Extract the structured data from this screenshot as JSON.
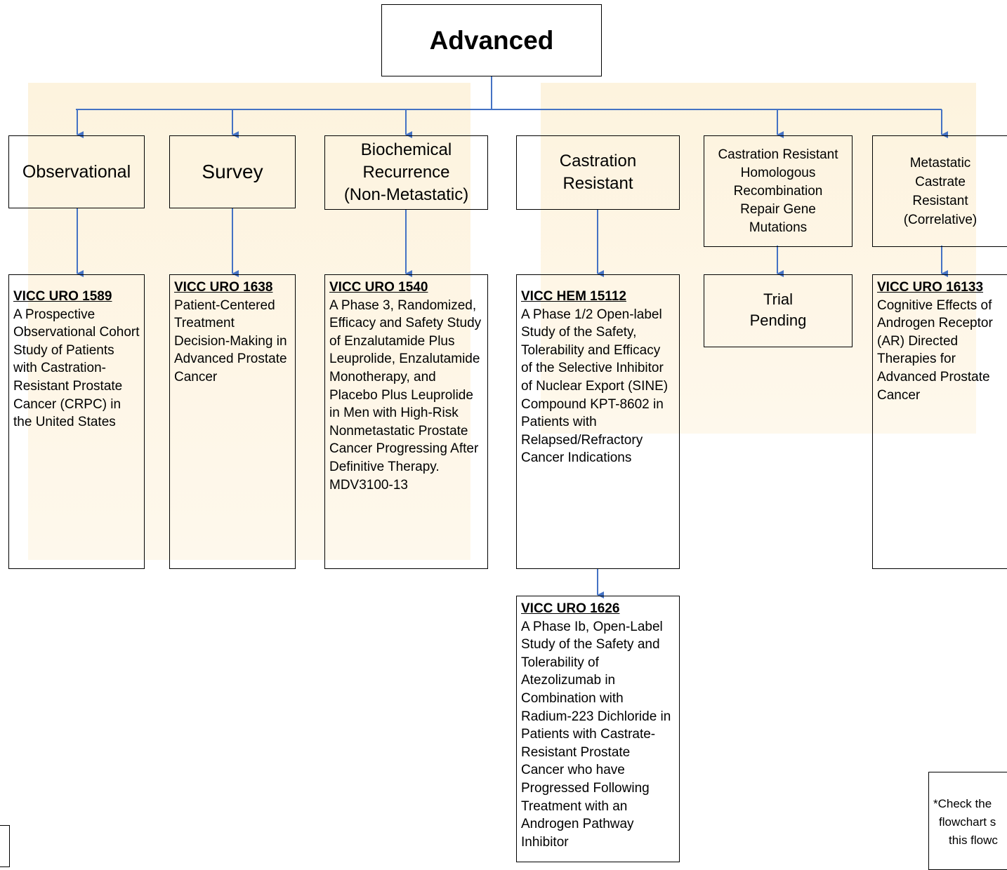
{
  "title": "Advanced",
  "categories": {
    "observational": [
      "Observational"
    ],
    "survey": [
      "Survey"
    ],
    "biochemical": [
      "Biochemical",
      "Recurrence",
      "(Non-Metastatic)"
    ],
    "castration": [
      "Castration",
      "Resistant"
    ],
    "hrr": [
      "Castration Resistant",
      "Homologous",
      "Recombination",
      "Repair Gene",
      "Mutations"
    ],
    "metastatic": [
      "Metastatic",
      "Castrate",
      "Resistant",
      "(Correlative)"
    ]
  },
  "trials": {
    "uro1589": {
      "id": "VICC URO 1589",
      "desc": "A Prospective Observational Cohort Study of Patients with Castration-Resistant Prostate Cancer (CRPC) in the United States"
    },
    "uro1638": {
      "id": "VICC URO 1638",
      "desc": "Patient-Centered Treatment Decision-Making in Advanced Prostate Cancer"
    },
    "uro1540": {
      "id": "VICC URO 1540",
      "desc": "A Phase 3, Randomized, Efficacy and Safety Study of Enzalutamide Plus Leuprolide, Enzalutamide Monotherapy, and Placebo Plus Leuprolide in Men with High-Risk Nonmetastatic Prostate Cancer Progressing After Definitive Therapy. MDV3100-13"
    },
    "hem15112": {
      "id": "VICC HEM 15112",
      "desc": "A Phase 1/2 Open-label Study of the Safety, Tolerability and Efficacy of the Selective Inhibitor of Nuclear Export (SINE) Compound KPT-8602 in Patients with Relapsed/Refractory Cancer Indications"
    },
    "uro1626": {
      "id": "VICC URO 1626",
      "desc": "A Phase Ib, Open-Label Study of the Safety and Tolerability of Atezolizumab in Combination with Radium-223 Dichloride in Patients with Castrate-Resistant Prostate Cancer who have Progressed Following Treatment with an Androgen Pathway Inhibitor"
    },
    "uro16133": {
      "id": "VICC URO 16133",
      "desc": "Cognitive Effects of Androgen Receptor (AR) Directed Therapies for Advanced Prostate Cancer"
    }
  },
  "pending": [
    "Trial",
    "Pending"
  ],
  "note": [
    "*Check the",
    "flowchart s",
    "this flowc"
  ],
  "colors": {
    "connector": "#4472c4",
    "watermark": "#fdf1d9"
  }
}
